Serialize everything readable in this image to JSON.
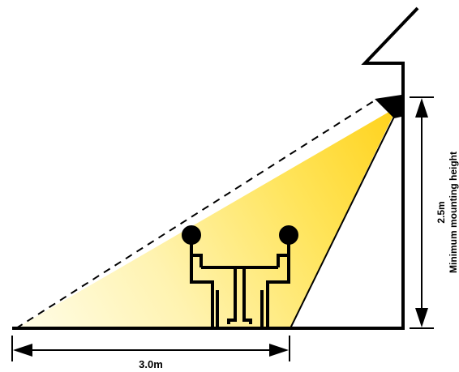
{
  "diagram": {
    "width_label": "3.0m",
    "height_label": "2.5m",
    "height_caption": "Minimum mounting height"
  },
  "colors": {
    "beam_light": "#FFFDE8",
    "beam_bright": "#FFD21A",
    "line": "#000000",
    "background": "#FFFFFF"
  },
  "icons": [
    "wall-light-icon",
    "table-icon",
    "person-icon",
    "roof-icon"
  ]
}
